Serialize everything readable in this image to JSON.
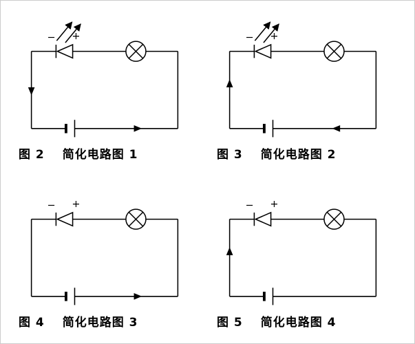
{
  "page": {
    "background": "#ffffff",
    "border_color": "#cccccc",
    "line_color": "#000000"
  },
  "panels": [
    {
      "figure_label": "图 2",
      "caption": "简化电路图 1",
      "led": {
        "minus_label": "−",
        "plus_label": "+",
        "emitting": true
      },
      "lamp": true,
      "battery": true,
      "arrows": {
        "left": "down",
        "bottom": "right"
      }
    },
    {
      "figure_label": "图 3",
      "caption": "简化电路图 2",
      "led": {
        "minus_label": "−",
        "plus_label": "+",
        "emitting": true
      },
      "lamp": true,
      "battery": true,
      "arrows": {
        "left": "up",
        "bottom": "left"
      }
    },
    {
      "figure_label": "图 4",
      "caption": "简化电路图 3",
      "led": {
        "minus_label": "−",
        "plus_label": "+",
        "emitting": false
      },
      "lamp": true,
      "battery": true,
      "arrows": {
        "left": null,
        "bottom": "right"
      }
    },
    {
      "figure_label": "图 5",
      "caption": "简化电路图 4",
      "led": {
        "minus_label": "−",
        "plus_label": "+",
        "emitting": false
      },
      "lamp": true,
      "battery": true,
      "arrows": {
        "left": "up",
        "bottom": null
      }
    }
  ]
}
